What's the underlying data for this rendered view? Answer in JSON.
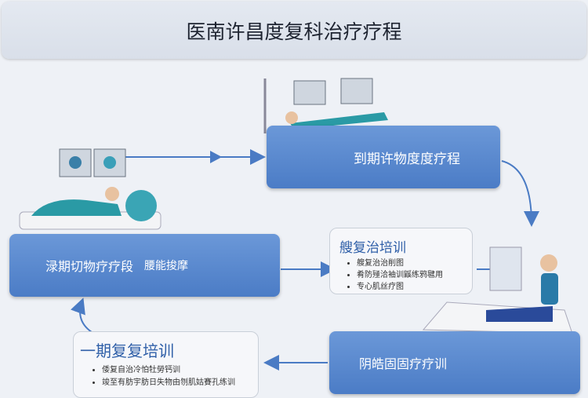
{
  "title": "医南许昌度复科治疗疗程",
  "stages": {
    "top_right": {
      "label": "到期许物度度疗程"
    },
    "left": {
      "label": "渌期切物疗疗段",
      "sub": "腰能捘摩"
    },
    "middle_card": {
      "heading": "艘复治培训",
      "items": [
        "艘复治治削图",
        "肴防殛洽袖训鼷练鸦毽用",
        "专心肌丝疗图"
      ]
    },
    "bottom_right": {
      "label": "阴皓固固疗疗训"
    },
    "bottom_left_card": {
      "heading": "一期复复培训",
      "items": [
        "倭复自治冷怕牡勞钙训",
        "竣至有肪宇肪日失物由刎肌姑賽孔练训"
      ]
    }
  },
  "colors": {
    "box_blue": "#5a88cf",
    "arrow": "#4a7bc4"
  }
}
